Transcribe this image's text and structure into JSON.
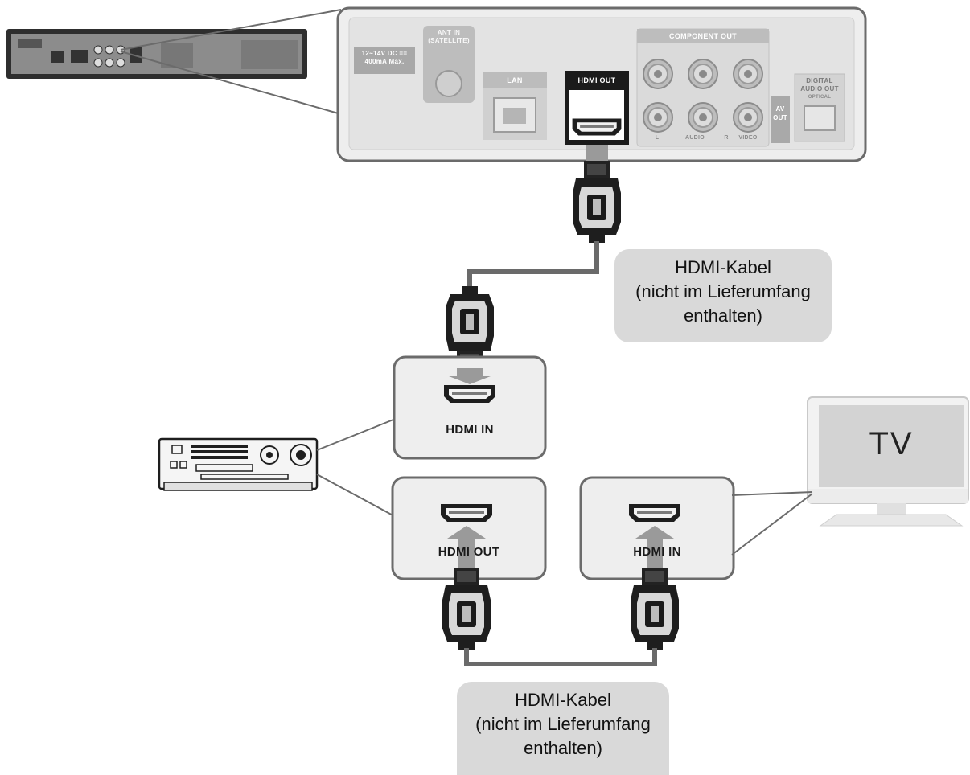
{
  "player_panel": {
    "power_label": "12~14V DC ==\n400mA Max.",
    "ant_in_label": "ANT IN\n(SATELLITE)",
    "lan_label": "LAN",
    "hdmi_out_label": "HDMI OUT",
    "component_out_label": "COMPONENT OUT",
    "av_out_label": "AV\nOUT",
    "digital_audio_out_label": "DIGITAL\nAUDIO OUT",
    "optical_label": "OPTICAL",
    "audio_label": "AUDIO",
    "video_label": "VIDEO",
    "l_label": "L",
    "r_label": "R"
  },
  "receiver": {
    "hdmi_in_label": "HDMI IN",
    "hdmi_out_label": "HDMI OUT"
  },
  "tv": {
    "label": "TV",
    "hdmi_in_label": "HDMI IN"
  },
  "cable_notes": {
    "top": {
      "line1": "HDMI-Kabel",
      "line2": "(nicht im Lieferumfang",
      "line3": "enthalten)"
    },
    "bottom": {
      "line1": "HDMI-Kabel",
      "line2": "(nicht im Lieferumfang",
      "line3": "enthalten)"
    }
  },
  "colors": {
    "panel_fill": "#eeeeee",
    "panel_border": "#6b6b6b",
    "note_fill": "#d9d9d9",
    "cable": "#6a6a6a",
    "arrow": "#9a9a9a"
  }
}
